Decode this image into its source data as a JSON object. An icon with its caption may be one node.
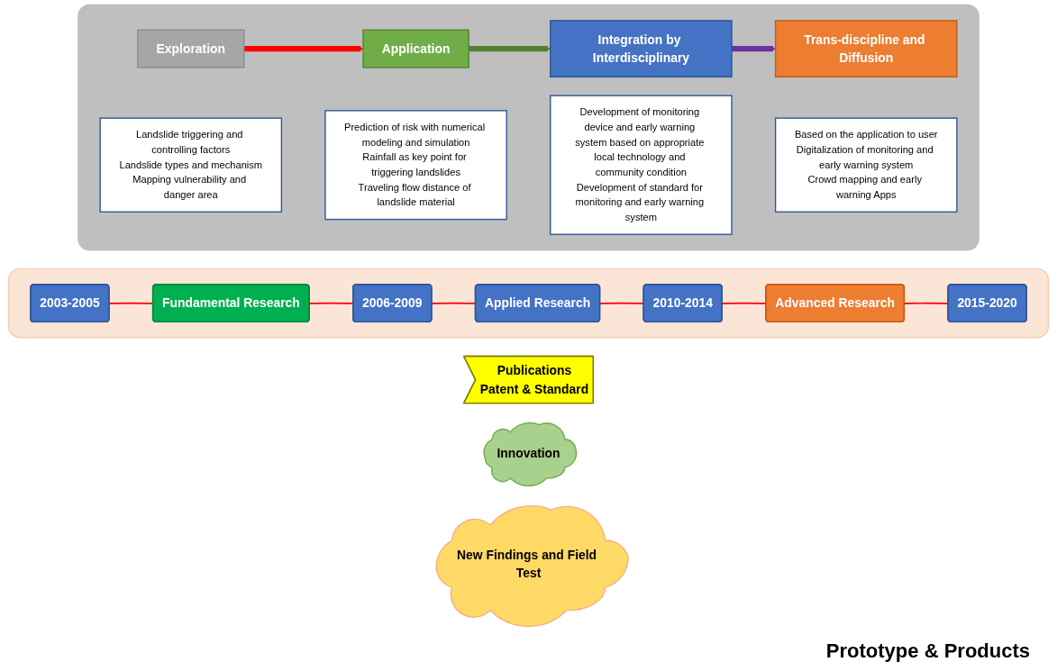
{
  "diagram": {
    "nodes": [
      {
        "text": [],
        "shape": "box"
      },
      {
        "text": [
          "Exploration"
        ],
        "in": 0
      },
      {
        "text": [
          "Landslide triggering and controlling factors",
          "Landslide types and mechanism",
          "Mapping vulnerability and danger area"
        ],
        "in": 0
      },
      {
        "text": [
          "Application"
        ],
        "in": 0
      },
      {
        "text": [
          "Prediction of risk with numerical modeling and simulation",
          "Rainfall as key point for triggering landslides",
          "Traveling flow distance of landslide material"
        ],
        "in": 0
      },
      {
        "text": [
          "Integration by Interdisciplinary"
        ],
        "in": 0
      },
      {
        "text": [
          "Development of monitoring device and early warning system based on appropriate local technology and community condition",
          "Development of standard for monitoring and early warning system"
        ],
        "in": 0
      },
      {
        "text": [
          "Trans-discipline and Diffusion"
        ],
        "in": 0
      },
      {
        "text": [
          "Based on the application to user",
          "Digitalization of monitoring and early warning system",
          "Crowd mapping and early warning Apps"
        ],
        "in": 0
      },
      {
        "text": [
          "New Findings and Field Test"
        ]
      },
      {
        "text": [
          "Innovation"
        ]
      },
      {
        "text": [
          "Publications",
          "Patent & Standard"
        ]
      },
      {
        "text": [],
        "shape": "box"
      },
      {
        "text": [
          "2003-2005"
        ],
        "in": 12
      },
      {
        "text": [
          "2006-2009"
        ],
        "in": 12
      },
      {
        "text": [
          "2010-2014"
        ],
        "in": 12
      },
      {
        "text": [
          "2015-2020"
        ],
        "in": 12
      },
      {
        "text": [
          "Fundamental Research"
        ],
        "in": 12
      },
      {
        "text": [
          "Applied Research"
        ],
        "in": 12
      },
      {
        "text": [
          "Advanced Research"
        ],
        "in": 12
      }
    ],
    "edges": [
      {
        "from": 1,
        "to": 3,
        "arrow": "to",
        "style": "thick",
        "color": "#ff0000"
      },
      {
        "from": 3,
        "to": 5,
        "arrow": "to",
        "style": "thick",
        "color": "#548235"
      },
      {
        "from": 5,
        "to": 7,
        "arrow": "to",
        "style": "thick",
        "color": "#7030a0"
      },
      {
        "from": 13,
        "to": 17,
        "arrow": "none",
        "color": "#ff0000"
      },
      {
        "from": 17,
        "to": 14,
        "arrow": "none",
        "color": "#ff0000"
      },
      {
        "from": 14,
        "to": 18,
        "arrow": "none",
        "color": "#ff0000"
      },
      {
        "from": 18,
        "to": 15,
        "arrow": "none",
        "color": "#ff0000"
      },
      {
        "from": 15,
        "to": 19,
        "arrow": "none",
        "color": "#ff0000"
      },
      {
        "from": 19,
        "to": 16,
        "arrow": "none",
        "color": "#ff0000"
      }
    ],
    "labels": [
      "Prototype & Products"
    ]
  }
}
